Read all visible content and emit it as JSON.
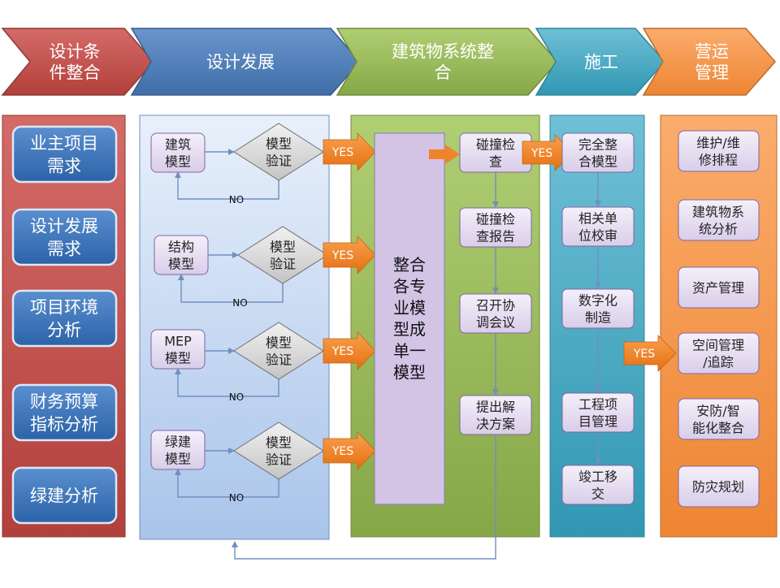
{
  "header": {
    "phases": [
      "设计条件整合",
      "设计发展",
      "建筑物系统整合",
      "施工",
      "营运管理"
    ]
  },
  "phase1": {
    "items": [
      "业主项目需求",
      "设计发展需求",
      "项目环境分析",
      "财务预算指标分析",
      "绿建分析"
    ]
  },
  "phase2": {
    "models": [
      "建筑模型",
      "结构模型",
      "MEP模型",
      "绿建模型"
    ],
    "verify_label": "模型验证",
    "yes_label": "YES",
    "no_label": "NO"
  },
  "phase3": {
    "integration": "整合各专业模型成单一模型",
    "steps": [
      "碰撞检查",
      "碰撞检查报告",
      "召开协调会议",
      "提出解决方案"
    ]
  },
  "phase4": {
    "steps": [
      "完全整合模型",
      "相关单位校审",
      "数字化制造",
      "工程项目管理",
      "竣工移交"
    ]
  },
  "phase5": {
    "items": [
      "维护/维修排程",
      "建筑物系统分析",
      "资产管理",
      "空间管理/追踪",
      "安防/智能化整合",
      "防灾规划"
    ]
  },
  "colors": {
    "red": "#c0504d",
    "blue": "#4f81bd",
    "green": "#9bbb59",
    "teal": "#4bacc6",
    "orange": "#f79646",
    "lavender": "#e4dcf0",
    "arrow_orange": "#f0832a",
    "connector": "#6f8fc0"
  }
}
